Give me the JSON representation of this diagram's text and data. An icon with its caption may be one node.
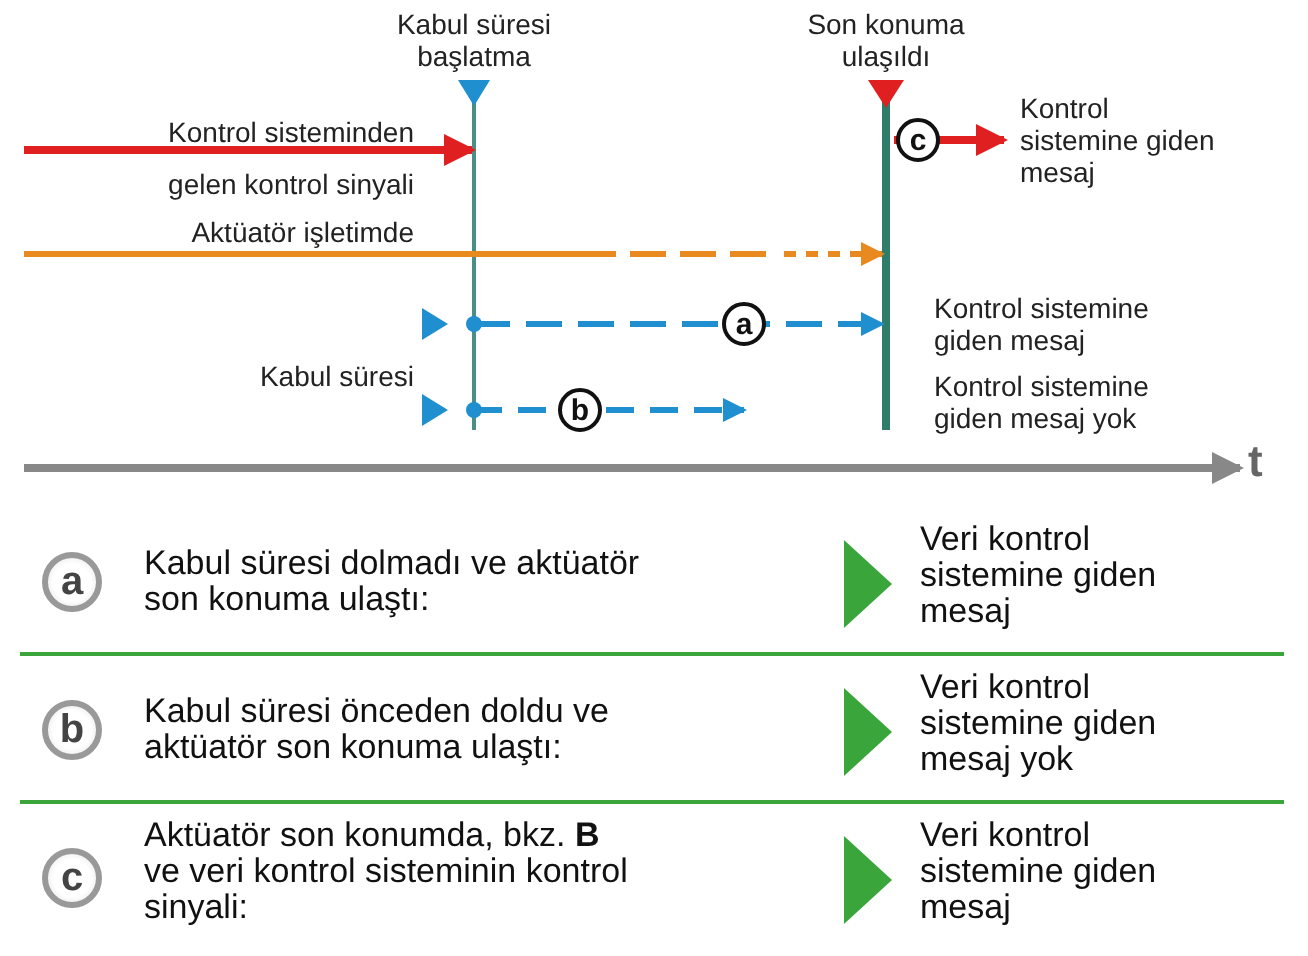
{
  "diagram": {
    "nodes": [
      {
        "text": [
          "c"
        ]
      },
      {
        "text": [
          "a"
        ]
      },
      {
        "text": [
          "b"
        ]
      },
      {
        "text": [
          "a"
        ]
      },
      {
        "text": [
          "b"
        ]
      },
      {
        "text": [
          "c"
        ]
      }
    ],
    "labels": [
      "Kabul süresi başlatma",
      "Son konuma ulaşıldı",
      "Kontrol sisteminden gelen kontrol sinyali",
      "Kontrol sistemine giden mesaj",
      "Aktüatör işletimde",
      "Kontrol sistemine giden mesaj",
      "Kabul süresi",
      "Kontrol sistemine giden mesaj yok",
      "t",
      "Kabul süresi dolmadı ve aktüatör son konuma ulaştı:",
      "Veri kontrol sistemine giden mesaj",
      "Kabul süresi önceden doldu ve aktüatör son konuma ulaştı:",
      "Veri kontrol sistemine giden mesaj yok",
      "Aktüatör son konumda, bkz. **B** ve veri kontrol sisteminin kontrol sinyali:",
      "Veri kontrol sistemine giden mesaj"
    ]
  }
}
